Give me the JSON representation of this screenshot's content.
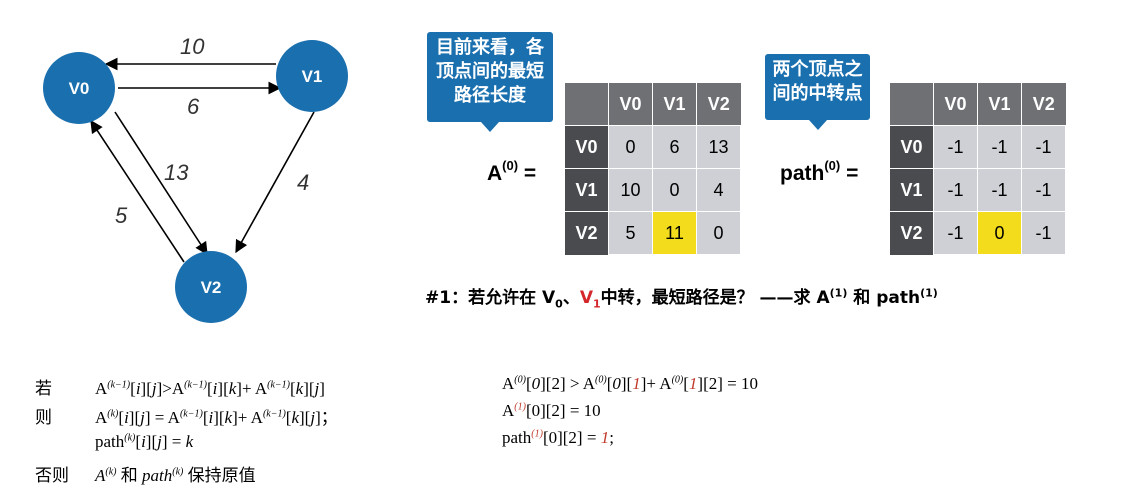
{
  "graph": {
    "nodes": [
      {
        "id": "v0",
        "label": "V0"
      },
      {
        "id": "v1",
        "label": "V1"
      },
      {
        "id": "v2",
        "label": "V2"
      }
    ],
    "edges": [
      {
        "from": "V1",
        "to": "V0",
        "weight": "10"
      },
      {
        "from": "V0",
        "to": "V1",
        "weight": "6"
      },
      {
        "from": "V0",
        "to": "V2",
        "weight": "13"
      },
      {
        "from": "V1",
        "to": "V2",
        "weight": "4"
      },
      {
        "from": "V2",
        "to": "V0",
        "weight": "5"
      }
    ]
  },
  "callouts": {
    "left": [
      "目前来看，各",
      "顶点间的最短",
      "路径长度"
    ],
    "right": [
      "两个顶点之",
      "间的中转点"
    ]
  },
  "matrixA": {
    "name": "A",
    "sup": "(0)",
    "eq": "=",
    "headers": [
      "V0",
      "V1",
      "V2"
    ],
    "rows": [
      {
        "label": "V0",
        "cells": [
          "0",
          "6",
          "13"
        ]
      },
      {
        "label": "V1",
        "cells": [
          "10",
          "0",
          "4"
        ]
      },
      {
        "label": "V2",
        "cells": [
          "5",
          "11",
          "0"
        ]
      }
    ]
  },
  "matrixP": {
    "name": "path",
    "sup": "(0)",
    "eq": "=",
    "headers": [
      "V0",
      "V1",
      "V2"
    ],
    "rows": [
      {
        "label": "V0",
        "cells": [
          "-1",
          "-1",
          "-1"
        ]
      },
      {
        "label": "V1",
        "cells": [
          "-1",
          "-1",
          "-1"
        ]
      },
      {
        "label": "V2",
        "cells": [
          "-1",
          "0",
          "-1"
        ]
      }
    ]
  },
  "question": {
    "prefix": "#1：若允许在 V",
    "sub0": "0",
    "sep": "、",
    "v1": "V",
    "sub1": "1",
    "mid": "中转，最短路径是？ ——求 A",
    "sup1": "(1)",
    "and": " 和 path",
    "sup2": "(1)"
  },
  "rules": {
    "kw_if": "若",
    "kw_then": "则",
    "kw_else": "否则",
    "else_tail": "保持原值",
    "else_and": "和"
  },
  "example": {
    "line1_tail": "[2] = 10",
    "line2_tail": "[0][2] = 10",
    "line3_tail": "[0][2] = "
  }
}
